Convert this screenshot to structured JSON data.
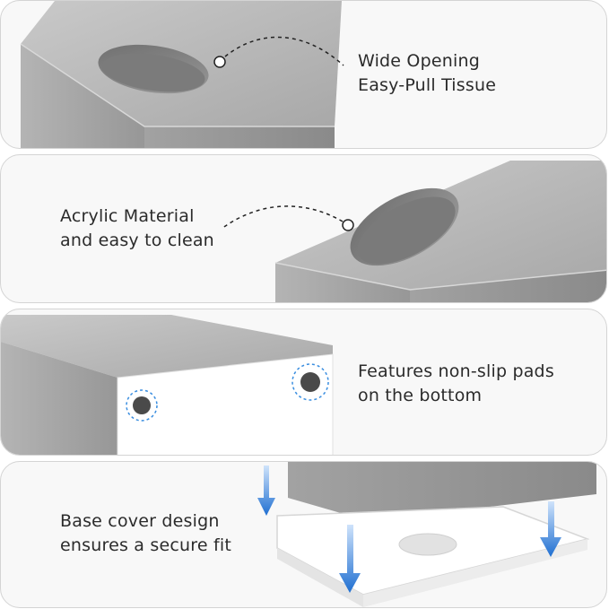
{
  "panels": [
    {
      "feature": "wide-opening",
      "caption": [
        "Wide Opening",
        "Easy-Pull Tissue"
      ]
    },
    {
      "feature": "acrylic-material",
      "caption": [
        "Acrylic Material",
        "and easy to clean"
      ]
    },
    {
      "feature": "non-slip-pads",
      "caption": [
        "Features non-slip pads",
        "on the bottom"
      ]
    },
    {
      "feature": "base-cover",
      "caption": [
        "Base cover design",
        "ensures a secure fit"
      ]
    }
  ],
  "colors": {
    "panel_bg": "#f8f8f8",
    "panel_border": "#d4d4d4",
    "metal_light": "#bdbdbd",
    "metal_dark": "#8c8c8c",
    "base_white": "#ffffff",
    "pad_dark": "#4a4a4a",
    "highlight_ring": "#3a8ee0",
    "arrow_blue": "#1f6fd1",
    "text": "#2b2b2b"
  },
  "icons": [
    "callout-dot-icon",
    "dashed-leader-line",
    "down-arrow-icon"
  ]
}
